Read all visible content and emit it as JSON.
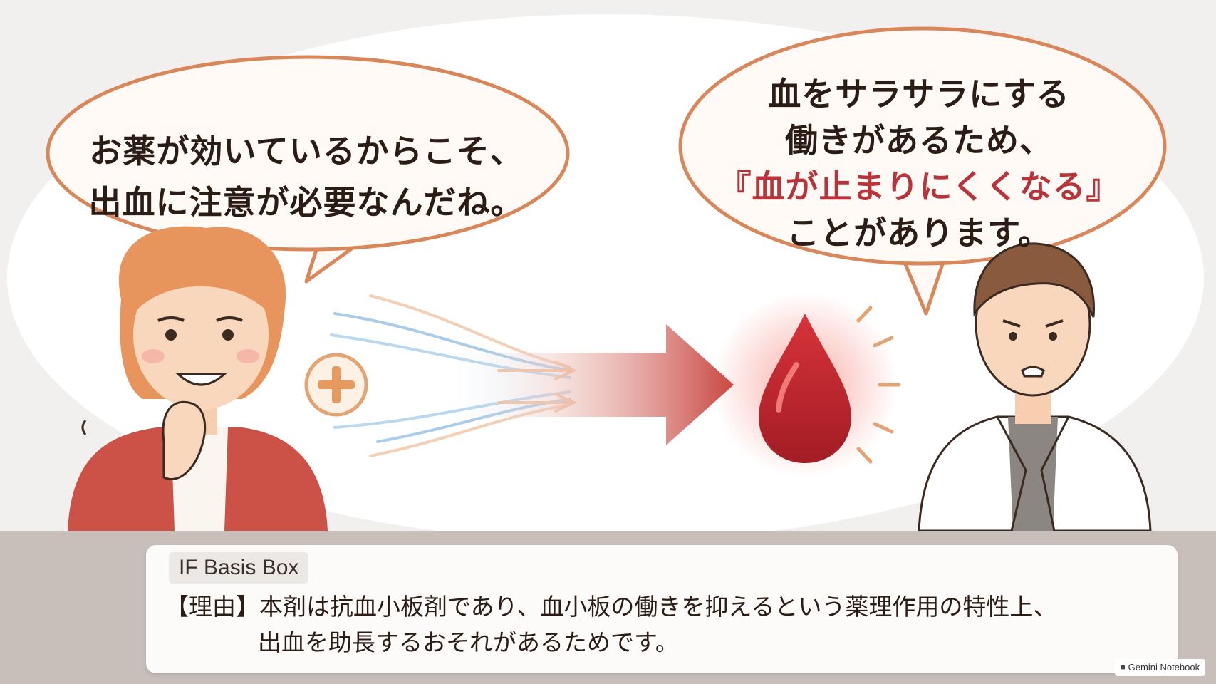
{
  "left_bubble": {
    "lines": [
      "お薬が効いているからこそ、",
      "出血に注意が必要なんだね。"
    ]
  },
  "right_bubble": {
    "line1": "血をサラサラにする",
    "line2": "働きがあるため、",
    "line3": "『血が止まりにくくなる』",
    "line4": "ことがあります。"
  },
  "info_box": {
    "tag": "IF Basis Box",
    "reason_line1": "【理由】本剤は抗血小板剤であり、血小板の働きを抑えるという薬理作用の特性上、",
    "reason_line2": "出血を助長するおそれがあるためです。"
  },
  "brand": {
    "label": "Gemini Notebook"
  },
  "icons": {
    "plus": "plus-circle-icon",
    "blood": "blood-drop-icon",
    "clipboard": "clipboard-check-icon",
    "brand": "notebook-icon"
  },
  "colors": {
    "bubble_stroke": "#d9875a",
    "emphasis": "#b8343a",
    "drop": "#c0262d",
    "arrow": "#c8443f",
    "band": "#c8bfba"
  }
}
